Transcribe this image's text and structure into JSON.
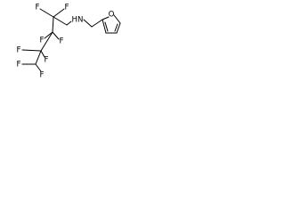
{
  "molecule": {
    "atom_labels": {
      "f_top_left": "F",
      "f_top_right": "F",
      "f_mid_right": "F",
      "f_mid_left": "F",
      "f_low_left": "F",
      "f_low_mid": "F",
      "f_bottom_1": "F",
      "f_bottom_2": "F",
      "amine": "HN",
      "furan_oxygen": "O"
    }
  }
}
